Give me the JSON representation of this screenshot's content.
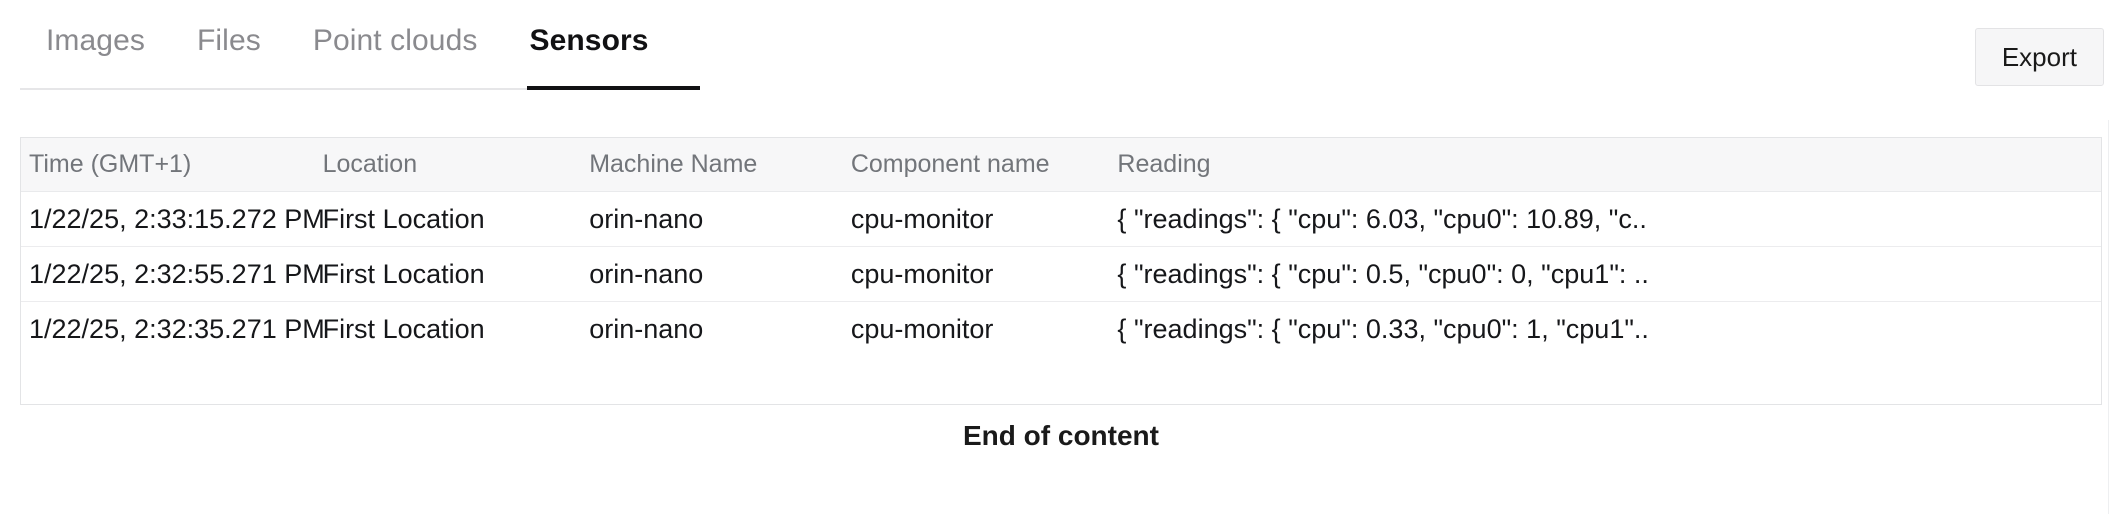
{
  "tabs": [
    {
      "label": "Images",
      "active": false
    },
    {
      "label": "Files",
      "active": false
    },
    {
      "label": "Point clouds",
      "active": false
    },
    {
      "label": "Sensors",
      "active": true
    }
  ],
  "toolbar": {
    "export_label": "Export"
  },
  "table": {
    "columns": [
      "Time (GMT+1)",
      "Location",
      "Machine Name",
      "Component name",
      "Reading"
    ],
    "rows": [
      {
        "time": "1/22/25, 2:33:15.272 PM",
        "location": "First Location",
        "machine": "orin-nano",
        "component": "cpu-monitor",
        "reading": "{ \"readings\": { \"cpu\": 6.03, \"cpu0\": 10.89, \"c.."
      },
      {
        "time": "1/22/25, 2:32:55.271 PM",
        "location": "First Location",
        "machine": "orin-nano",
        "component": "cpu-monitor",
        "reading": "{ \"readings\": { \"cpu\": 0.5, \"cpu0\": 0, \"cpu1\": .."
      },
      {
        "time": "1/22/25, 2:32:35.271 PM",
        "location": "First Location",
        "machine": "orin-nano",
        "component": "cpu-monitor",
        "reading": "{ \"readings\": { \"cpu\": 0.33, \"cpu0\": 1, \"cpu1\".."
      }
    ]
  },
  "footer": {
    "end_of_content": "End of content"
  },
  "colors": {
    "active_tab_underline": "#111113",
    "inactive_tab_text": "#8a8a8e",
    "header_bg": "#f7f7f8",
    "header_text": "#72757a",
    "border": "#e3e4e6"
  }
}
